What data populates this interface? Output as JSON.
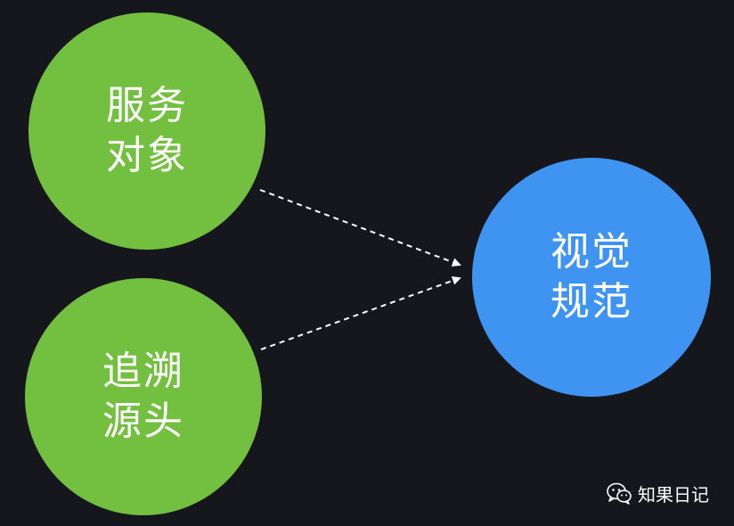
{
  "colors": {
    "background": "#16171d",
    "green": "#73bf40",
    "blue": "#3f94f2",
    "arrow": "#ffffff"
  },
  "nodes": {
    "service": {
      "line1": "服务",
      "line2": "对象"
    },
    "trace": {
      "line1": "追溯",
      "line2": "源头"
    },
    "visual": {
      "line1": "视觉",
      "line2": "规范"
    }
  },
  "edges": [
    {
      "from": "service",
      "to": "visual",
      "style": "dashed"
    },
    {
      "from": "trace",
      "to": "visual",
      "style": "dashed"
    }
  ],
  "watermark": {
    "icon": "wechat-icon",
    "text": "知果日记"
  }
}
